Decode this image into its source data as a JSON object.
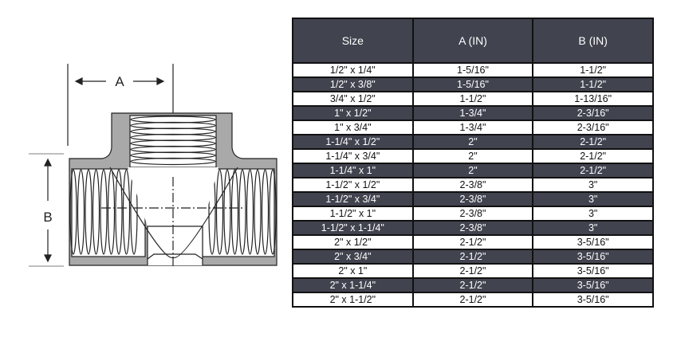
{
  "diagram": {
    "label_a": "A",
    "label_b": "B"
  },
  "table": {
    "headers": [
      "Size",
      "A (IN)",
      "B (IN)"
    ],
    "rows": [
      [
        "1/2\" x 1/4\"",
        "1-5/16\"",
        "1-1/2\""
      ],
      [
        "1/2\" x 3/8\"",
        "1-5/16\"",
        "1-1/2\""
      ],
      [
        "3/4\" x 1/2\"",
        "1-1/2\"",
        "1-13/16\""
      ],
      [
        "1\" x 1/2\"",
        "1-3/4\"",
        "2-3/16\""
      ],
      [
        "1\" x 3/4\"",
        "1-3/4\"",
        "2-3/16\""
      ],
      [
        "1-1/4\" x 1/2\"",
        "2\"",
        "2-1/2\""
      ],
      [
        "1-1/4\" x 3/4\"",
        "2\"",
        "2-1/2\""
      ],
      [
        "1-1/4\" x 1\"",
        "2\"",
        "2-1/2\""
      ],
      [
        "1-1/2\" x 1/2\"",
        "2-3/8\"",
        "3\""
      ],
      [
        "1-1/2\" x 3/4\"",
        "2-3/8\"",
        "3\""
      ],
      [
        "1-1/2\" x 1\"",
        "2-3/8\"",
        "3\""
      ],
      [
        "1-1/2\" x 1-1/4\"",
        "2-3/8\"",
        "3\""
      ],
      [
        "2\" x 1/2\"",
        "2-1/2\"",
        "3-5/16\""
      ],
      [
        "2\" x 3/4\"",
        "2-1/2\"",
        "3-5/16\""
      ],
      [
        "2\" x 1\"",
        "2-1/2\"",
        "3-5/16\""
      ],
      [
        "2\" x 1-1/4\"",
        "2-1/2\"",
        "3-5/16\""
      ],
      [
        "2\" x 1-1/2\"",
        "2-1/2\"",
        "3-5/16\""
      ]
    ]
  },
  "colors": {
    "header_bg": "#41434f",
    "body_fill": "#a9a9a9"
  }
}
